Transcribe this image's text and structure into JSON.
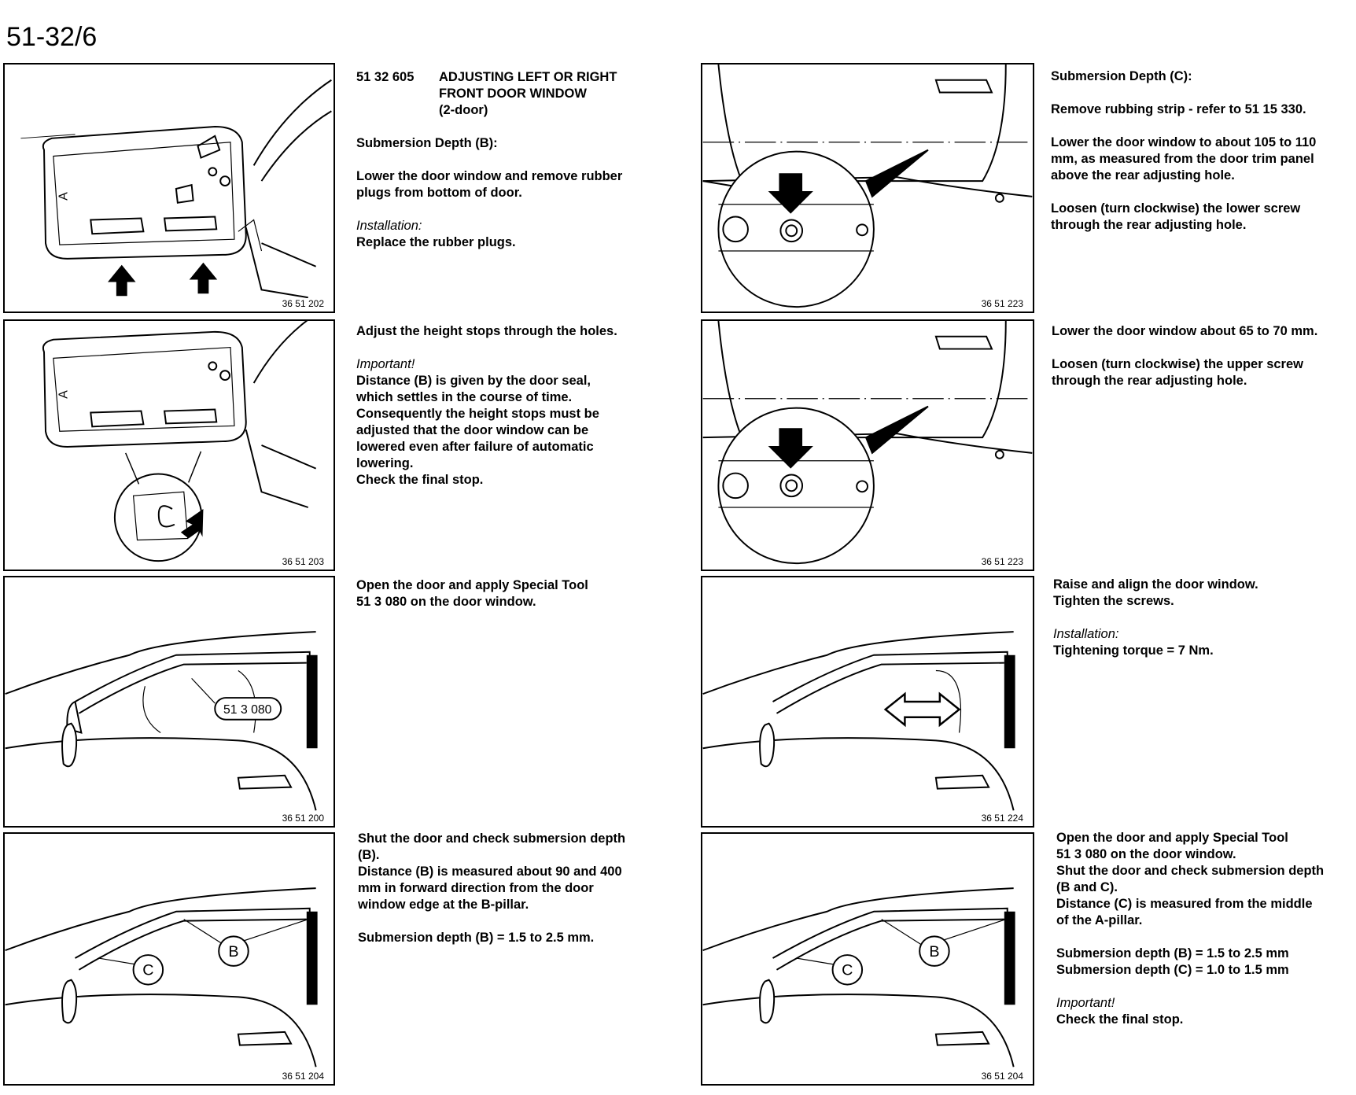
{
  "page_number": "51-32/6",
  "figures": [
    "36 51 202",
    "36 51 203",
    "36 51 200",
    "36 51 204",
    "36 51 223",
    "36 51 223",
    "36 51 224",
    "36 51 204"
  ],
  "callouts": {
    "tool": "51 3 080",
    "b": "B",
    "c": "C"
  },
  "left": {
    "s1": {
      "code": "51 32 605",
      "title": "ADJUSTING LEFT OR RIGHT\nFRONT DOOR WINDOW\n(2-door)",
      "subhead": "Submersion Depth (B):",
      "body": "Lower the door window and remove rubber\nplugs from bottom of door.",
      "install_label": "Installation:",
      "install_text": "Replace the rubber plugs."
    },
    "s2": {
      "lead": "Adjust the height stops through the holes.",
      "important_label": "Important!",
      "body": "Distance (B) is given by the door seal,\nwhich settles in the course of time.\nConsequently the height stops must be\nadjusted that the door window can be\nlowered even after failure of automatic\nlowering.\nCheck the final stop."
    },
    "s3": {
      "body": "Open the door and apply Special Tool\n51 3 080 on the door window."
    },
    "s4": {
      "body": "Shut the door and check submersion depth\n(B).\nDistance (B) is measured about 90 and 400\nmm in forward direction from the door\nwindow edge at the B-pillar.",
      "spec": "Submersion depth (B) = 1.5 to 2.5 mm."
    }
  },
  "right": {
    "s1": {
      "subhead": "Submersion Depth (C):",
      "p1": "Remove rubbing strip - refer to 51 15 330.",
      "p2": "Lower the door window to about 105 to 110\nmm, as measured from the door trim panel\nabove the rear adjusting hole.",
      "p3": "Loosen (turn clockwise) the lower screw\nthrough the rear adjusting hole."
    },
    "s2": {
      "p1": "Lower the door window about 65 to 70 mm.",
      "p2": "Loosen (turn clockwise) the upper screw\nthrough the rear adjusting hole."
    },
    "s3": {
      "p1": "Raise and align the door window.\nTighten the screws.",
      "install_label": "Installation:",
      "install_text": "Tightening torque = 7 Nm."
    },
    "s4": {
      "p1": "Open the door and apply Special Tool\n51 3 080 on the door window.\nShut the door and check submersion depth\n(B and C).\nDistance (C) is measured from the middle\nof the A-pillar.",
      "spec1": "Submersion depth (B) = 1.5 to 2.5 mm",
      "spec2": "Submersion depth (C) = 1.0 to 1.5 mm",
      "important_label": "Important!",
      "important_text": "Check the final stop."
    }
  }
}
